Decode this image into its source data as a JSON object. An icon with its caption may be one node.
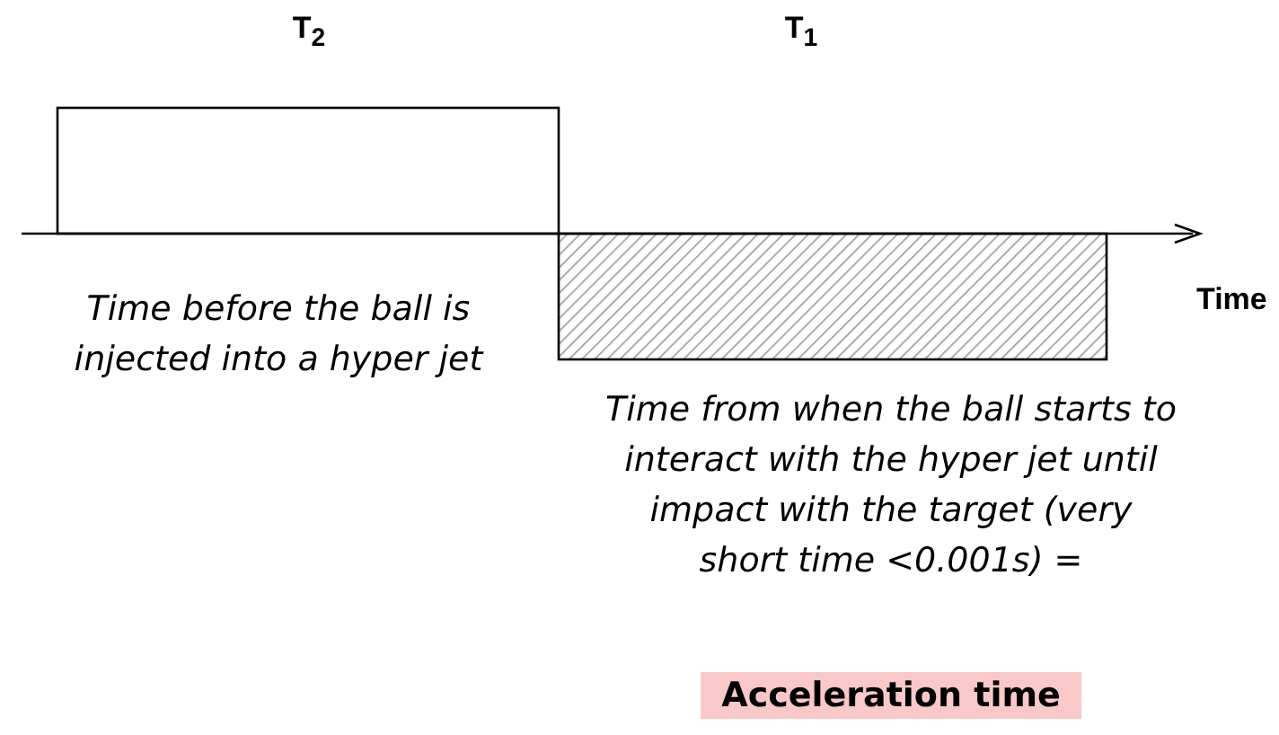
{
  "diagram": {
    "nodes": [
      {
        "text": [],
        "shape": "box"
      },
      {
        "text": [],
        "shape": "box"
      }
    ],
    "labels": [
      "T$_{2}$",
      "T$_{1}$",
      "Time",
      "Time before the ball is injected into a hyper jet",
      "Time from when the ball starts to interact with the hyper jet until impact with the target (very short time <0.001s) =",
      "Acceleration time"
    ]
  }
}
